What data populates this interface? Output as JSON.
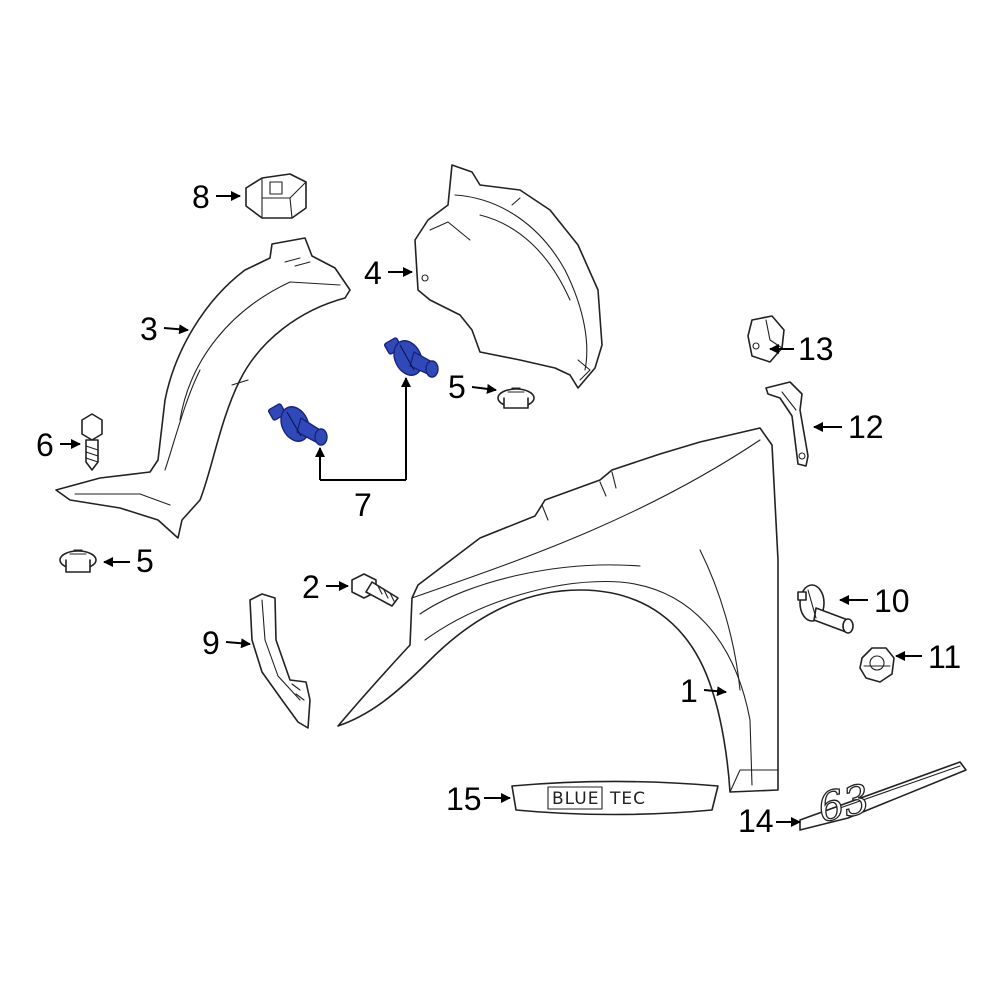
{
  "diagram": {
    "accent_color": "#2f49b8",
    "callouts": {
      "c1": "1",
      "c2": "2",
      "c3": "3",
      "c4": "4",
      "c5a": "5",
      "c5b": "5",
      "c6": "6",
      "c7": "7",
      "c8": "8",
      "c9": "9",
      "c10": "10",
      "c11": "11",
      "c12": "12",
      "c13": "13",
      "c14": "14",
      "c15": "15"
    },
    "badge": {
      "left": "BLUE",
      "right": "TEC"
    },
    "emblem": {
      "text": "63"
    }
  }
}
